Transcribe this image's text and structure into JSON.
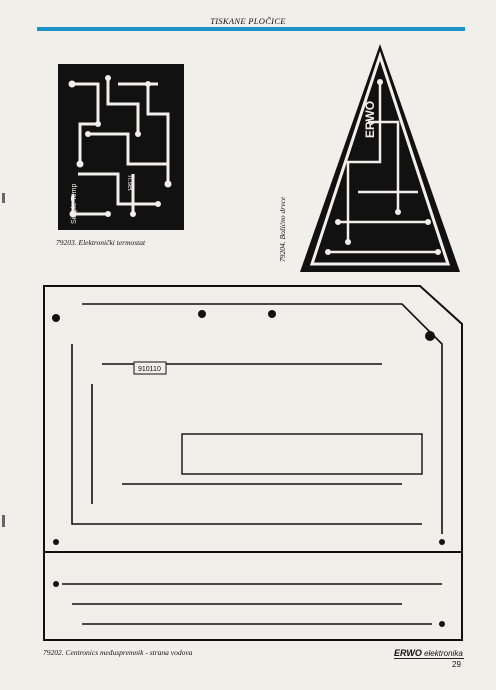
{
  "header": {
    "title": "TISKANE PLOČICE"
  },
  "figures": [
    {
      "caption": "79203. Elektronički termostat"
    },
    {
      "caption": "79204. Božićno drvce"
    },
    {
      "caption": "79202. Centronics međuspremnik - strana vodova"
    }
  ],
  "board_labels": {
    "thermo": "Simple Temp",
    "thermo_2": "Ti.set",
    "tree": "ERWO",
    "centronics_code": "910110"
  },
  "footer": {
    "brand_bold": "ERWO",
    "brand_rest": "elektronika",
    "page_number": "29"
  },
  "colors": {
    "accent_rule": "#1d93c9",
    "copper": "#111111",
    "paper": "#f1efea"
  }
}
